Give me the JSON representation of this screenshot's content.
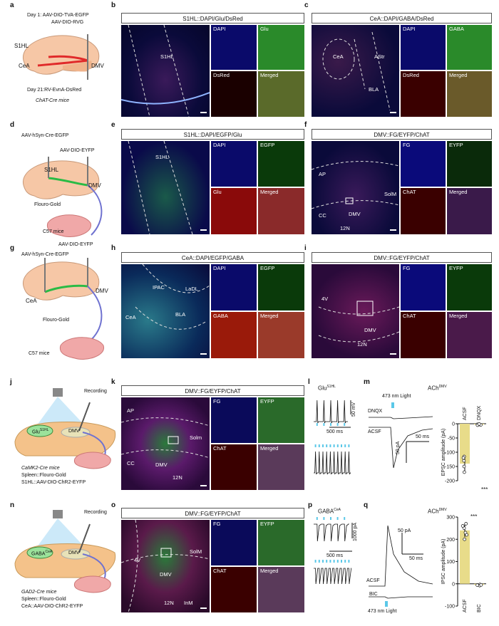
{
  "panels": {
    "a": {
      "letter": "a",
      "day1": "Day 1: AAV-DIO-TVA-EGFP",
      "day1b": "AAV-DIO-RVG",
      "s1hl": "S1HL",
      "cea": "CeA",
      "dmv": "DMV",
      "day21": "Day 21:RV-EvnA-DsRed",
      "mice": "ChAT-Cre mice"
    },
    "b": {
      "letter": "b",
      "title": "S1HL::DAPI/Glu/DsRed",
      "region": "S1HL",
      "tiles": [
        "DAPI",
        "Glu",
        "DsRed",
        "Merged"
      ]
    },
    "c": {
      "letter": "c",
      "title": "CeA::DAPI/GABA/DsRed",
      "regions": [
        "CeA",
        "AStr",
        "BLA"
      ],
      "tiles": [
        "DAPI",
        "GABA",
        "DsRed",
        "Merged"
      ]
    },
    "d": {
      "letter": "d",
      "v1": "AAV-hSyn-Cre-EGFP",
      "v2": "AAV-DIO-EYFP",
      "s1hl": "S1HL",
      "dmv": "DMV",
      "fg": "Flouro-Gold",
      "mice": "C57 mice"
    },
    "e": {
      "letter": "e",
      "title": "S1HL::DAPI/EGFP/Glu",
      "region": "S1HL",
      "tiles": [
        "DAPI",
        "EGFP",
        "Glu",
        "Merged"
      ]
    },
    "f": {
      "letter": "f",
      "title": "DMV::FG/EYFP/ChAT",
      "regions": [
        "AP",
        "SolM",
        "CC",
        "DMV",
        "12N"
      ],
      "tiles": [
        "FG",
        "EYFP",
        "ChAT",
        "Merged"
      ]
    },
    "g": {
      "letter": "g",
      "v2": "AAV-DIO-EYFP",
      "v1": "AAV-hSyn-Cre-EGFP",
      "cea": "CeA",
      "dmv": "DMV",
      "fg": "Flouro-Gold",
      "mice": "C57 mice"
    },
    "h": {
      "letter": "h",
      "title": "CeA::DAPI/EGFP/GABA",
      "regions": [
        "IPAC",
        "LaDL",
        "CeA",
        "BLA"
      ],
      "tiles": [
        "DAPI",
        "EGFP",
        "GABA",
        "Merged"
      ]
    },
    "i": {
      "letter": "i",
      "title": "DMV::FG/EYFP/ChAT",
      "regions": [
        "4V",
        "DMV",
        "12N"
      ],
      "tiles": [
        "FG",
        "EYFP",
        "ChAT",
        "Merged"
      ]
    },
    "j": {
      "letter": "j",
      "recording": "Recording",
      "glu": "Glu",
      "glusup": "S1HL",
      "dmv": "DMV",
      "mice": "CaMK2-Cre mice",
      "line2": "Spleen::Flouro-Gold",
      "line3": "S1HL::AAV-DIO-ChR2-EYFP"
    },
    "k": {
      "letter": "k",
      "title": "DMV::FG/EYFP/ChAT",
      "regions": [
        "AP",
        "Solm",
        "CC",
        "DMV",
        "12N"
      ],
      "tiles": [
        "FG",
        "EYFP",
        "ChAT",
        "Merged"
      ]
    },
    "l": {
      "letter": "l",
      "head": "Glu",
      "headsup": "S1HL",
      "vscale": "50 mV",
      "tscale": "500 ms"
    },
    "m": {
      "letter": "m",
      "head": "ACh",
      "headsup": "DMV",
      "light": "473 nm Light",
      "dnqx": "DNQX",
      "acsf": "ACSF",
      "iscale": "50 pA",
      "tscale": "50 ms",
      "ylabel": "EPSC amplitude (pA)",
      "yticks": [
        "0",
        "-50",
        "-100",
        "-150",
        "-200"
      ],
      "xcats": [
        "ACSF",
        "DNQX"
      ],
      "sig": "***"
    },
    "n": {
      "letter": "n",
      "recording": "Recording",
      "gaba": "GABA",
      "gabasup": "CeA",
      "dmv": "DMV",
      "mice": "GAD2-Cre mice",
      "line2": "Spleen::Flouro-Gold",
      "line3": "CeA::AAV-DIO-ChR2-EYFP"
    },
    "o": {
      "letter": "o",
      "title": "DMV::FG/EYFP/ChAT",
      "regions": [
        "4V",
        "SolM",
        "DMV",
        "12N",
        "InM"
      ],
      "tiles": [
        "FG",
        "EYFP",
        "ChAT",
        "Merged"
      ]
    },
    "p": {
      "letter": "p",
      "head": "GABA",
      "headsup": "CeA",
      "iscale": "1000 pA",
      "tscale": "500 ms"
    },
    "q": {
      "letter": "q",
      "head": "ACh",
      "headsup": "DMV",
      "light": "473 nm Light",
      "acsf": "ACSF",
      "bic": "BIC",
      "iscale": "50 pA",
      "tscale": "50 ms",
      "ylabel": "IPSC amplitude (pA)",
      "yticks": [
        "300",
        "200",
        "100",
        "0",
        "-100"
      ],
      "xcats": [
        "ACSF",
        "BIC"
      ],
      "sig": "***"
    }
  },
  "colors": {
    "blue": "#1a2fd6",
    "green": "#2fd63a",
    "red": "#e01818",
    "cyan": "#5bc8e8",
    "gold": "#e8dc8a"
  }
}
